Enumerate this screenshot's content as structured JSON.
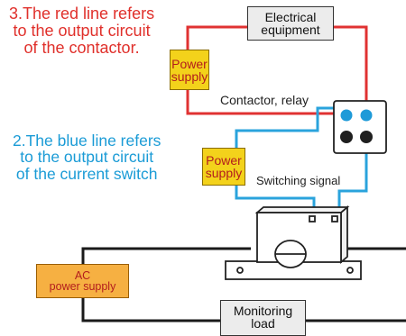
{
  "notes": {
    "red_line": [
      "3.The red line refers",
      "to the output circuit",
      "of the contactor."
    ],
    "blue_line": [
      "2.The blue line refers",
      "to the output circuit",
      "of the current switch"
    ]
  },
  "labels": {
    "electrical_equipment": [
      "Electrical",
      "equipment"
    ],
    "power_supply_top": [
      "Power",
      "supply"
    ],
    "contactor_relay": "Contactor, relay",
    "power_supply_mid": [
      "Power",
      "supply"
    ],
    "switching_signal": "Switching signal",
    "ac_power_supply": [
      "AC",
      "power supply"
    ],
    "monitoring_load": [
      "Monitoring",
      "load"
    ]
  },
  "colors": {
    "red_wire": "#e03232",
    "blue_wire": "#2aa3dc",
    "black_wire": "#1a1a1a",
    "yellow_box": "#f3d21b",
    "orange_box": "#f6b042",
    "grey_box": "#ececec"
  },
  "icons": [
    "contactor-terminal-block",
    "current-sensor-switch"
  ]
}
